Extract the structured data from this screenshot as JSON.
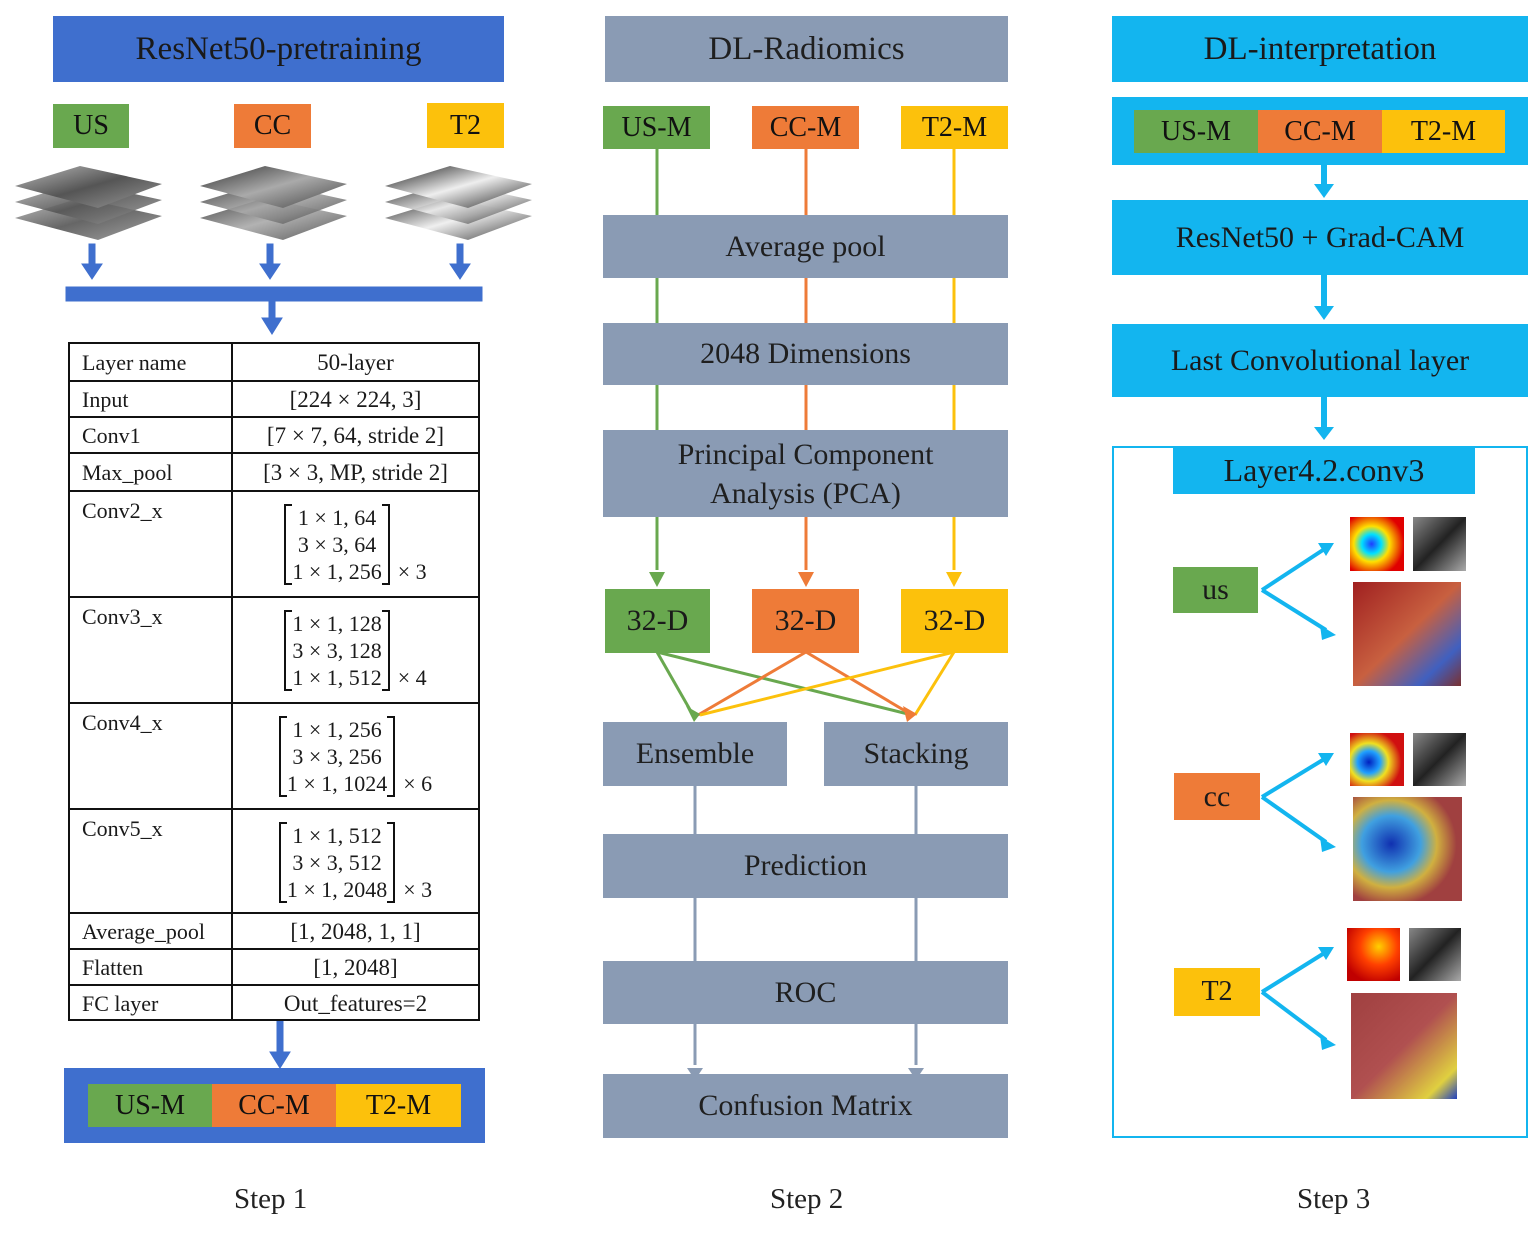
{
  "step1": {
    "title": "ResNet50-pretraining",
    "tags": [
      "US",
      "CC",
      "T2"
    ],
    "table": {
      "header": [
        "Layer name",
        "50-layer"
      ],
      "rows": [
        {
          "name": "Input",
          "value": "[224 × 224, 3]"
        },
        {
          "name": "Conv1",
          "value": "[7 × 7, 64, stride 2]"
        },
        {
          "name": "Max_pool",
          "value": "[3 × 3, MP, stride 2]"
        },
        {
          "name": "Conv2_x",
          "matrix": [
            "1 × 1, 64",
            "3 × 3, 64",
            "1 × 1, 256"
          ],
          "times": "× 3"
        },
        {
          "name": "Conv3_x",
          "matrix": [
            "1 × 1, 128",
            "3 × 3, 128",
            "1 × 1, 512"
          ],
          "times": "× 4"
        },
        {
          "name": "Conv4_x",
          "matrix": [
            "1 × 1, 256",
            "3 × 3, 256",
            "1 × 1, 1024"
          ],
          "times": "× 6"
        },
        {
          "name": "Conv5_x",
          "matrix": [
            "1 × 1, 512",
            "3 × 3, 512",
            "1 × 1, 2048"
          ],
          "times": "× 3"
        },
        {
          "name": "Average_pool",
          "value": "[1, 2048, 1, 1]"
        },
        {
          "name": "Flatten",
          "value": "[1, 2048]"
        },
        {
          "name": "FC layer",
          "value": "Out_features=2"
        }
      ]
    },
    "outputs": [
      "US-M",
      "CC-M",
      "T2-M"
    ],
    "label": "Step 1"
  },
  "step2": {
    "title": "DL-Radiomics",
    "inputs": [
      "US-M",
      "CC-M",
      "T2-M"
    ],
    "average_pool": "Average pool",
    "dimensions": "2048 Dimensions",
    "pca_line1": "Principal Component",
    "pca_line2": "Analysis (PCA)",
    "reduced": [
      "32-D",
      "32-D",
      "32-D"
    ],
    "ensemble": "Ensemble",
    "stacking": "Stacking",
    "prediction": "Prediction",
    "roc": "ROC",
    "confusion": "Confusion Matrix",
    "label": "Step 2"
  },
  "step3": {
    "title": "DL-interpretation",
    "inputs": [
      "US-M",
      "CC-M",
      "T2-M"
    ],
    "gradcam": "ResNet50 + Grad-CAM",
    "last_layer": "Last Convolutional layer",
    "layer_name": "Layer4.2.conv3",
    "modalities": [
      "us",
      "cc",
      "T2"
    ],
    "label": "Step 3"
  },
  "colors": {
    "blue": "#3f6fce",
    "gray": "#8a9bb4",
    "cyan": "#13b5ef",
    "green": "#69a84f",
    "orange": "#ee7b38",
    "yellow": "#fcc10c"
  }
}
